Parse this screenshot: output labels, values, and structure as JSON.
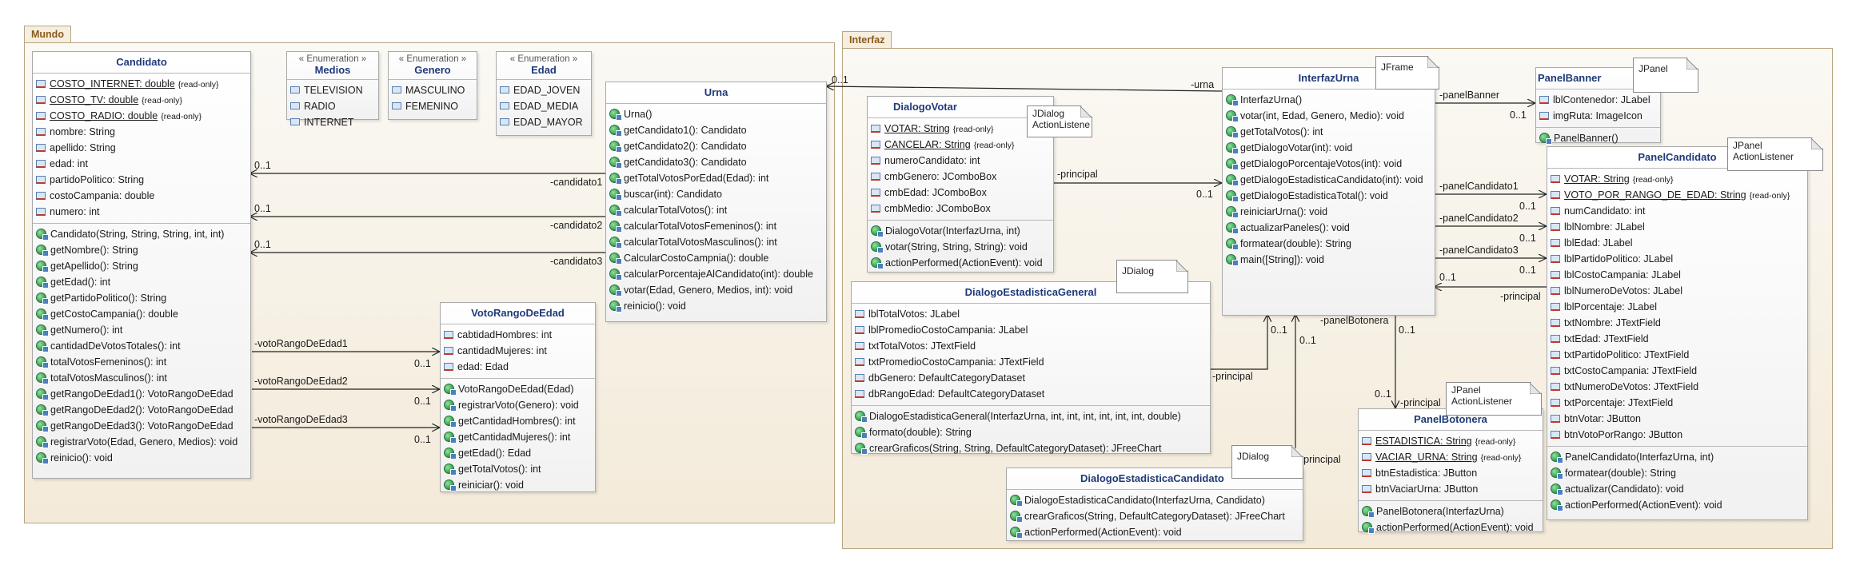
{
  "packages": {
    "mundo": "Mundo",
    "interfaz": "Interfaz"
  },
  "classes": {
    "candidato": {
      "name": "Candidato",
      "attributes": [
        {
          "text": "COSTO_INTERNET: double",
          "ro": "{read-only}",
          "static": true
        },
        {
          "text": "COSTO_TV: double",
          "ro": "{read-only}",
          "static": true
        },
        {
          "text": "COSTO_RADIO: double",
          "ro": "{read-only}",
          "static": true
        },
        {
          "text": "nombre: String"
        },
        {
          "text": "apellido: String"
        },
        {
          "text": "edad: int"
        },
        {
          "text": "partidoPolitico: String"
        },
        {
          "text": "costoCampania: double"
        },
        {
          "text": "numero: int"
        }
      ],
      "operations": [
        "Candidato(String, String, String, int, int)",
        "getNombre(): String",
        "getApellido(): String",
        "getEdad(): int",
        "getPartidoPolitico(): String",
        "getCostoCampania(): double",
        "getNumero(): int",
        "cantidadDeVotosTotales(): int",
        "totalVotosFemeninos(): int",
        "totalVotosMasculinos(): int",
        "getRangoDeEdad1(): VotoRangoDeEdad",
        "getRangoDeEdad2(): VotoRangoDeEdad",
        "getRangoDeEdad3(): VotoRangoDeEdad",
        "registrarVoto(Edad, Genero, Medios): void",
        "reinicio(): void"
      ]
    },
    "urna": {
      "name": "Urna",
      "operations": [
        "Urna()",
        "getCandidato1(): Candidato",
        "getCandidato2(): Candidato",
        "getCandidato3(): Candidato",
        "getTotalVotosPorEdad(Edad): int",
        "buscar(int): Candidato",
        "calcularTotalVotos(): int",
        "calcularTotalVotosFemeninos(): int",
        "calcularTotalVotosMasculinos(): int",
        "CalcularCostoCampnia(): double",
        "calcularPorcentajeAlCandidato(int): double",
        "votar(Edad, Genero, Medios, int): void",
        "reinicio(): void"
      ]
    },
    "votoRango": {
      "name": "VotoRangoDeEdad",
      "attributes": [
        {
          "text": "cabtidadHombres: int"
        },
        {
          "text": "cantidadMujeres: int"
        },
        {
          "text": "edad: Edad"
        }
      ],
      "operations": [
        "VotoRangoDeEdad(Edad)",
        "registrarVoto(Genero): void",
        "getCantidadHombres(): int",
        "getCantidadMujeres(): int",
        "getEdad(): Edad",
        "getTotalVotos(): int",
        "reiniciar(): void"
      ]
    },
    "dialogoVotar": {
      "name": "DialogoVotar",
      "attributes": [
        {
          "text": "VOTAR: String",
          "ro": "{read-only}",
          "static": true
        },
        {
          "text": "CANCELAR: String",
          "ro": "{read-only}",
          "static": true
        },
        {
          "text": "numeroCandidato: int"
        },
        {
          "text": "cmbGenero: JComboBox"
        },
        {
          "text": "cmbEdad: JComboBox"
        },
        {
          "text": "cmbMedio: JComboBox"
        }
      ],
      "operations": [
        "DialogoVotar(InterfazUrna, int)",
        "votar(String, String, String): void",
        "actionPerformed(ActionEvent): void"
      ]
    },
    "interfazUrna": {
      "name": "InterfazUrna",
      "operations": [
        "InterfazUrna()",
        "votar(int, Edad, Genero, Medio): void",
        "getTotalVotos(): int",
        "getDialogoVotar(int): void",
        "getDialogoPorcentajeVotos(int): void",
        "getDialogoEstadisticaCandidato(int): void",
        "getDialogoEstadisticaTotal(): void",
        "reiniciarUrna(): void",
        "actualizarPaneles(): void",
        "formatear(double): String",
        "main([String]): void"
      ]
    },
    "panelBanner": {
      "name": "PanelBanner",
      "attributes": [
        {
          "text": "lblContenedor: JLabel"
        },
        {
          "text": "imgRuta: ImageIcon"
        }
      ],
      "operations": [
        "PanelBanner()"
      ]
    },
    "panelCandidato": {
      "name": "PanelCandidato",
      "attributes": [
        {
          "text": "VOTAR: String",
          "ro": "{read-only}",
          "static": true
        },
        {
          "text": "VOTO_POR_RANGO_DE_EDAD: String",
          "ro": "{read-only}",
          "static": true
        },
        {
          "text": "numCandidato: int"
        },
        {
          "text": "lblNombre: JLabel"
        },
        {
          "text": "lblEdad: JLabel"
        },
        {
          "text": "lblPartidoPolitico: JLabel"
        },
        {
          "text": "lblCostoCampania: JLabel"
        },
        {
          "text": "lblNumeroDeVotos: JLabel"
        },
        {
          "text": "lblPorcentaje: JLabel"
        },
        {
          "text": "txtNombre: JTextField"
        },
        {
          "text": "txtEdad: JTextField"
        },
        {
          "text": "txtPartidoPolitico: JTextField"
        },
        {
          "text": "txtCostoCampania: JTextField"
        },
        {
          "text": "txtNumeroDeVotos: JTextField"
        },
        {
          "text": "txtPorcentaje: JTextField"
        },
        {
          "text": "btnVotar: JButton"
        },
        {
          "text": "btnVotoPorRango: JButton"
        }
      ],
      "operations": [
        "PanelCandidato(InterfazUrna, int)",
        "formatear(double): String",
        "actualizar(Candidato): void",
        "actionPerformed(ActionEvent): void"
      ]
    },
    "dialogoEstGeneral": {
      "name": "DialogoEstadisticaGeneral",
      "attributes": [
        {
          "text": "lblTotalVotos: JLabel"
        },
        {
          "text": "lblPromedioCostoCampania: JLabel"
        },
        {
          "text": "txtTotalVotos: JTextField"
        },
        {
          "text": "txtPromedioCostoCampania: JTextField"
        },
        {
          "text": "dbGenero: DefaultCategoryDataset"
        },
        {
          "text": "dbRangoEdad: DefaultCategoryDataset"
        }
      ],
      "operations": [
        "DialogoEstadisticaGeneral(InterfazUrna, int, int, int, int, int, int, double)",
        "formato(double): String",
        "crearGraficos(String, String, DefaultCategoryDataset): JFreeChart"
      ]
    },
    "dialogoEstCandidato": {
      "name": "DialogoEstadisticaCandidato",
      "operations": [
        "DialogoEstadisticaCandidato(InterfazUrna, Candidato)",
        "crearGraficos(String, DefaultCategoryDataset): JFreeChart",
        "actionPerformed(ActionEvent): void"
      ]
    },
    "panelBotonera": {
      "name": "PanelBotonera",
      "attributes": [
        {
          "text": "ESTADISTICA: String",
          "ro": "{read-only}",
          "static": true
        },
        {
          "text": "VACIAR_URNA: String",
          "ro": "{read-only}",
          "static": true
        },
        {
          "text": "btnEstadistica: JButton"
        },
        {
          "text": "btnVaciarUrna: JButton"
        }
      ],
      "operations": [
        "PanelBotonera(InterfazUrna)",
        "actionPerformed(ActionEvent): void"
      ]
    }
  },
  "enums": {
    "stereotype": "« Enumeration »",
    "medios": {
      "name": "Medios",
      "literals": [
        "TELEVISION",
        "RADIO",
        "INTERNET"
      ]
    },
    "genero": {
      "name": "Genero",
      "literals": [
        "MASCULINO",
        "FEMENINO"
      ]
    },
    "edad": {
      "name": "Edad",
      "literals": [
        "EDAD_JOVEN",
        "EDAD_MEDIA",
        "EDAD_MAYOR"
      ]
    }
  },
  "notes": {
    "jframe": "JFrame",
    "jpanelBanner": "JPanel",
    "jpanelCandidato": [
      "JPanel",
      "ActionListener"
    ],
    "jdialogVotar": [
      "JDialog",
      "ActionListene"
    ],
    "jdialogGeneral": "JDialog",
    "jdialogCandidato": "JDialog",
    "jpanelBotonera": [
      "JPanel",
      "ActionListener"
    ]
  },
  "associations": {
    "candidato1": "-candidato1",
    "candidato2": "-candidato2",
    "candidato3": "-candidato3",
    "voto1": "-votoRangoDeEdad1",
    "voto2": "-votoRangoDeEdad2",
    "voto3": "-votoRangoDeEdad3",
    "urna": "-urna",
    "principal": "-principal",
    "panelBanner": "-panelBanner",
    "panelCandidato1": "-panelCandidato1",
    "panelCandidato2": "-panelCandidato2",
    "panelCandidato3": "-panelCandidato3",
    "panelBotonera": "-panelBotonera",
    "mult": "0..1"
  }
}
